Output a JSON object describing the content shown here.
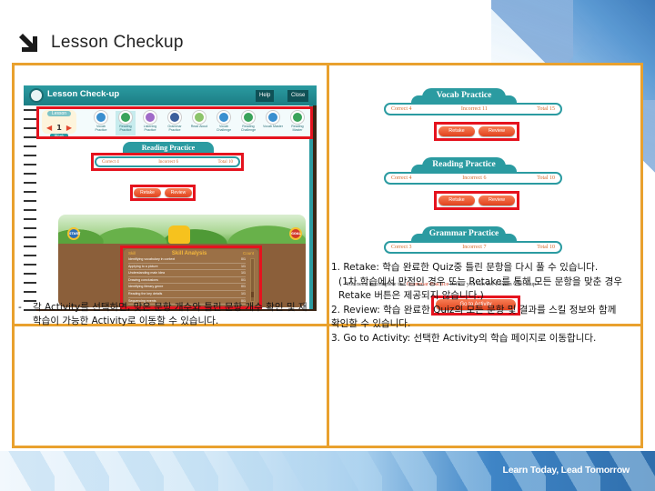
{
  "header": {
    "icon": "arrow-down-right-icon",
    "title": "Lesson Checkup"
  },
  "footer": {
    "slogan": "Learn Today, Lead Tomorrow"
  },
  "colors": {
    "frame_border": "#e9a12e",
    "teal": "#2b9ba1",
    "highlight_red": "#e5131e",
    "button_orange": "#e8542b",
    "score_text": "#d46a2c"
  },
  "app_screenshot": {
    "title": "Lesson Check-up",
    "help_label": "Help",
    "close_label": "Close",
    "lesson": {
      "label": "Lesson",
      "number": "1",
      "sub": "Week"
    },
    "activities": [
      {
        "label": "Vocab Practice",
        "color": "#3a8fcf",
        "selected": false
      },
      {
        "label": "Reading Practice",
        "color": "#3aa35a",
        "selected": true
      },
      {
        "label": "Listening Practice",
        "color": "#a06ac8",
        "selected": false
      },
      {
        "label": "Grammar Practice",
        "color": "#3d5f9c",
        "selected": false
      },
      {
        "label": "Read Aloud",
        "color": "#8cc46a",
        "selected": false
      },
      {
        "label": "Vocab Challenge",
        "color": "#3a8fcf",
        "selected": false
      },
      {
        "label": "Reading Challenge",
        "color": "#3aa35a",
        "selected": false
      },
      {
        "label": "Vocab Master",
        "color": "#3a8fcf",
        "selected": false
      },
      {
        "label": "Reading Master",
        "color": "#3aa35a",
        "selected": false
      }
    ],
    "section_title": "Reading Practice",
    "score": {
      "correct": "Correct 4",
      "incorrect": "Incorrect 6",
      "total": "Total 10"
    },
    "retake_label": "Retake",
    "review_label": "Review",
    "start_sign": "START",
    "goal_sign": "GOAL",
    "skill_analysis": {
      "title": "Skill Analysis",
      "col_skill": "Skill",
      "col_count": "Count",
      "rows": [
        {
          "skill": "Identifying vocabulary in context",
          "count": "0/1"
        },
        {
          "skill": "Applying to a picture",
          "count": "1/1"
        },
        {
          "skill": "Understanding main idea",
          "count": "1/1"
        },
        {
          "skill": "Drawing conclusions",
          "count": "0/1"
        },
        {
          "skill": "Identifying literary genre",
          "count": "0/1"
        },
        {
          "skill": "Reading the key details",
          "count": "1/1"
        },
        {
          "skill": "Sequencing events",
          "count": "0/1"
        }
      ]
    }
  },
  "results_screenshot": {
    "sections": [
      {
        "title": "Vocab Practice",
        "correct": "Correct 4",
        "incorrect": "Incorrect 11",
        "total": "Total 15",
        "buttons": [
          "Retake",
          "Review"
        ]
      },
      {
        "title": "Reading Practice",
        "correct": "Correct 4",
        "incorrect": "Incorrect 6",
        "total": "Total 10",
        "buttons": [
          "Retake",
          "Review"
        ]
      },
      {
        "title": "Grammar Practice",
        "correct": "Correct 3",
        "incorrect": "Incorrect 7",
        "total": "Total 10",
        "buttons": []
      }
    ],
    "warning_pre": "You need to complete the ",
    "warning_highlight": "Grammar Practice",
    "warning_post": " before you can use Lesson Check-up.",
    "go_to_activity_label": "Go to Activity"
  },
  "description_left": {
    "dash": "-",
    "text": "각 Activity를 선택하면, 맞은 문항 개수와 틀린 문항 개수 확인 및 재학습이 가능한 Activity로 이동할 수 있습니다."
  },
  "description_right": {
    "item1": "1. Retake: 학습 완료한 Quiz중 틀린 문항을 다시 풀 수 있습니다.",
    "item1_note": "(1차 학습에서 만점인 경우 또는 Retake를 통해 모든 문항을 맞춘 경우 Retake 버튼은 제공되지 않습니다.)",
    "item2": "2. Review: 학습 완료한 Quiz의 모든 문항 및 결과를 스킬 정보와 함께 확인할 수 있습니다.",
    "item3": "3. Go to Activity: 선택한 Activity의 학습 페이지로 이동합니다."
  }
}
